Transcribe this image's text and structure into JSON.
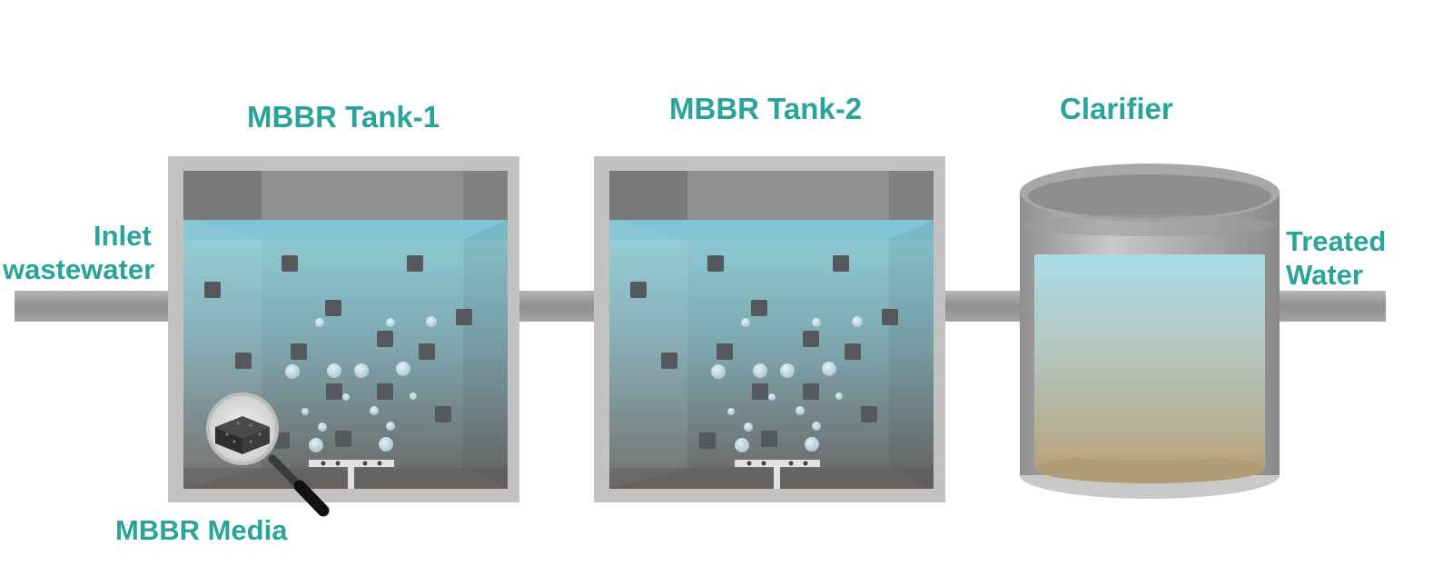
{
  "labels": {
    "tank1": "MBBR Tank-1",
    "tank2": "MBBR Tank-2",
    "clarifier": "Clarifier",
    "inlet_line1": "Inlet",
    "inlet_line2": "wastewater",
    "outlet_line1": "Treated",
    "outlet_line2": "Water",
    "media": "MBBR Media"
  },
  "colors": {
    "label": "#2aa39b",
    "pipe": "#9a9a9a",
    "tank_wall": "#bdbdbd",
    "water_top": "#8ccbd8",
    "water_bottom": "#6f6a68",
    "media_cube": "#55585c",
    "sludge": "#b29f7a"
  },
  "icons": [
    "magnifier-icon",
    "media-sponge-icon",
    "aerator-icon"
  ]
}
